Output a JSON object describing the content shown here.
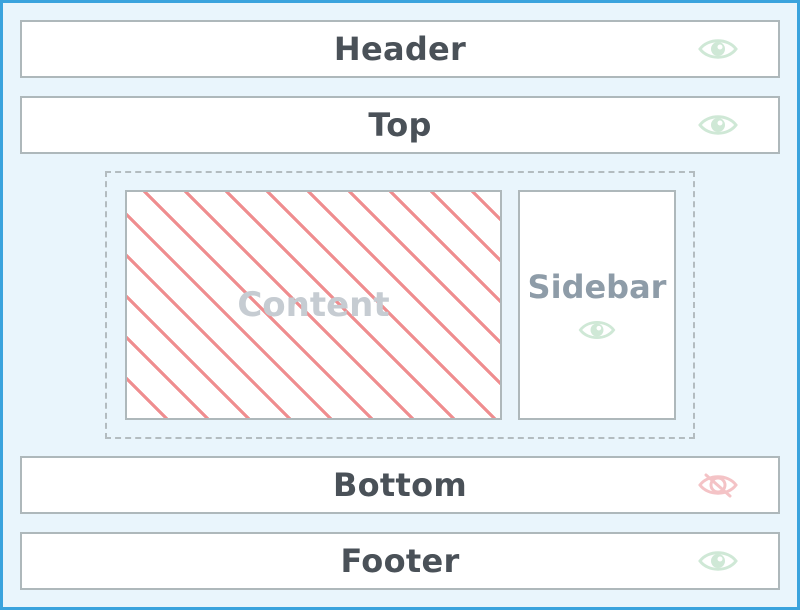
{
  "colors": {
    "frame_border": "#3aa3dd",
    "frame_background": "#e9f5fc",
    "visible_icon": "#cfe8d6",
    "hidden_icon": "#f4c3c6",
    "content_hatch": "#ef8d8f"
  },
  "regions": {
    "header": {
      "label": "Header",
      "icon": "eye-icon"
    },
    "top": {
      "label": "Top",
      "icon": "eye-icon"
    },
    "content": {
      "label": "Content"
    },
    "sidebar": {
      "label": "Sidebar",
      "icon": "eye-icon"
    },
    "bottom": {
      "label": "Bottom",
      "icon": "eye-off-icon"
    },
    "footer": {
      "label": "Footer",
      "icon": "eye-icon"
    }
  }
}
